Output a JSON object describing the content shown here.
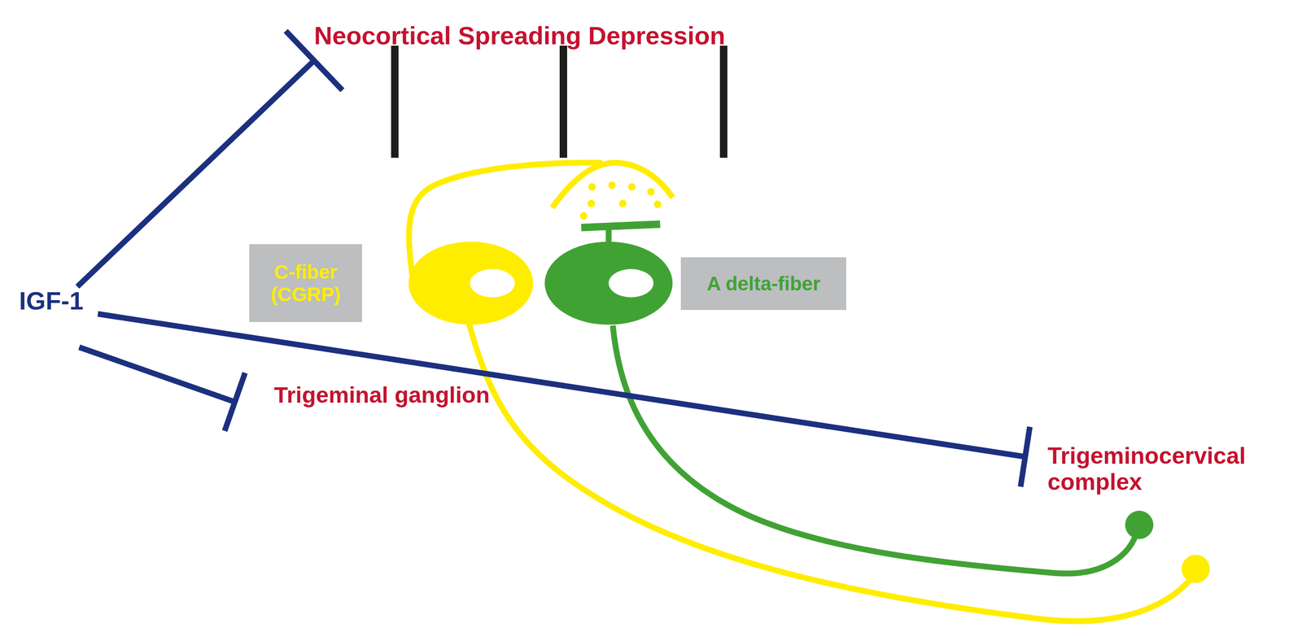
{
  "diagram": {
    "nodes": [
      {
        "text": [
          "Neocortical Spreading Depression"
        ]
      },
      {
        "text": [
          "C-fiber (CGRP)"
        ]
      },
      {
        "text": [
          "A delta-fiber"
        ]
      },
      {
        "text": [
          "IGF-1"
        ]
      },
      {
        "text": [
          "Trigeminal ganglion"
        ]
      },
      {
        "text": [
          "Trigeminocervical complex"
        ]
      }
    ],
    "edges": [
      {
        "from": 3,
        "to": 0,
        "arrow": "to"
      },
      {
        "from": 3,
        "to": 4,
        "arrow": "to"
      },
      {
        "from": 3,
        "to": 5,
        "arrow": "to"
      }
    ]
  }
}
